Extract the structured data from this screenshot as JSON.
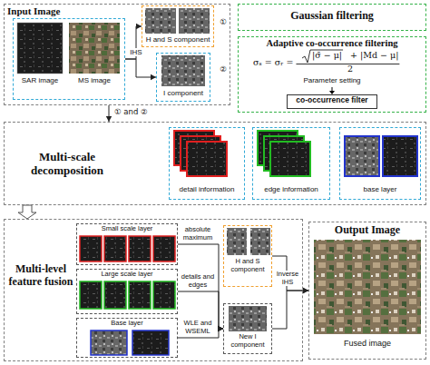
{
  "diagram": {
    "nodes": [
      {
        "text": [
          "Input Image"
        ]
      },
      {
        "text": [
          "SAR image",
          "MS image"
        ],
        "in": 0
      },
      {
        "text": [
          "H and S component"
        ],
        "in": 0
      },
      {
        "text": [
          "I component"
        ],
        "in": 0
      },
      {
        "text": [
          "Gaussian filtering"
        ]
      },
      {
        "text": [
          "Adaptive co-occurrence filtering"
        ]
      },
      {
        "text": [
          "co-occurrence filter"
        ],
        "in": 5
      },
      {
        "text": [
          "Multi-scale decomposition"
        ]
      },
      {
        "text": [
          "detail information"
        ],
        "in": 7
      },
      {
        "text": [
          "edge information"
        ],
        "in": 7
      },
      {
        "text": [
          "base layer"
        ],
        "in": 7
      },
      {
        "text": [
          "Multi-level feature fusion"
        ]
      },
      {
        "text": [
          "Small scale layer"
        ],
        "in": 11
      },
      {
        "text": [
          "Large scale layer"
        ],
        "in": 11
      },
      {
        "text": [
          "Base layer"
        ],
        "in": 11
      },
      {
        "text": [
          "H and S component"
        ],
        "in": 11
      },
      {
        "text": [
          "New I component"
        ],
        "in": 11
      },
      {
        "text": [
          "Output Image",
          "Fused image"
        ]
      }
    ],
    "edges": [
      {
        "from": 1,
        "to": 2,
        "arrow": "to"
      },
      {
        "from": 1,
        "to": 3,
        "arrow": "to"
      },
      {
        "from": 0,
        "to": 7,
        "label": "① and ②",
        "arrow": "to"
      },
      {
        "from": 7,
        "to": 11,
        "arrow": "to"
      },
      {
        "from": 12,
        "to": 16,
        "label": "absolute maximum",
        "arrow": "to"
      },
      {
        "from": 13,
        "to": 16,
        "label": "details and edges",
        "arrow": "to"
      },
      {
        "from": 14,
        "to": 16,
        "label": "WLE and WSEML",
        "arrow": "to"
      },
      {
        "from": 15,
        "to": 17,
        "arrow": "to"
      },
      {
        "from": 16,
        "to": 17,
        "arrow": "to"
      }
    ],
    "labels": [
      "IHS",
      "①",
      "②",
      "σₛ = σᵣ =",
      "|σ̄ − μ|",
      "+ |Md − μ|",
      "2",
      "Parameter setting",
      "Inverse IHS"
    ]
  }
}
